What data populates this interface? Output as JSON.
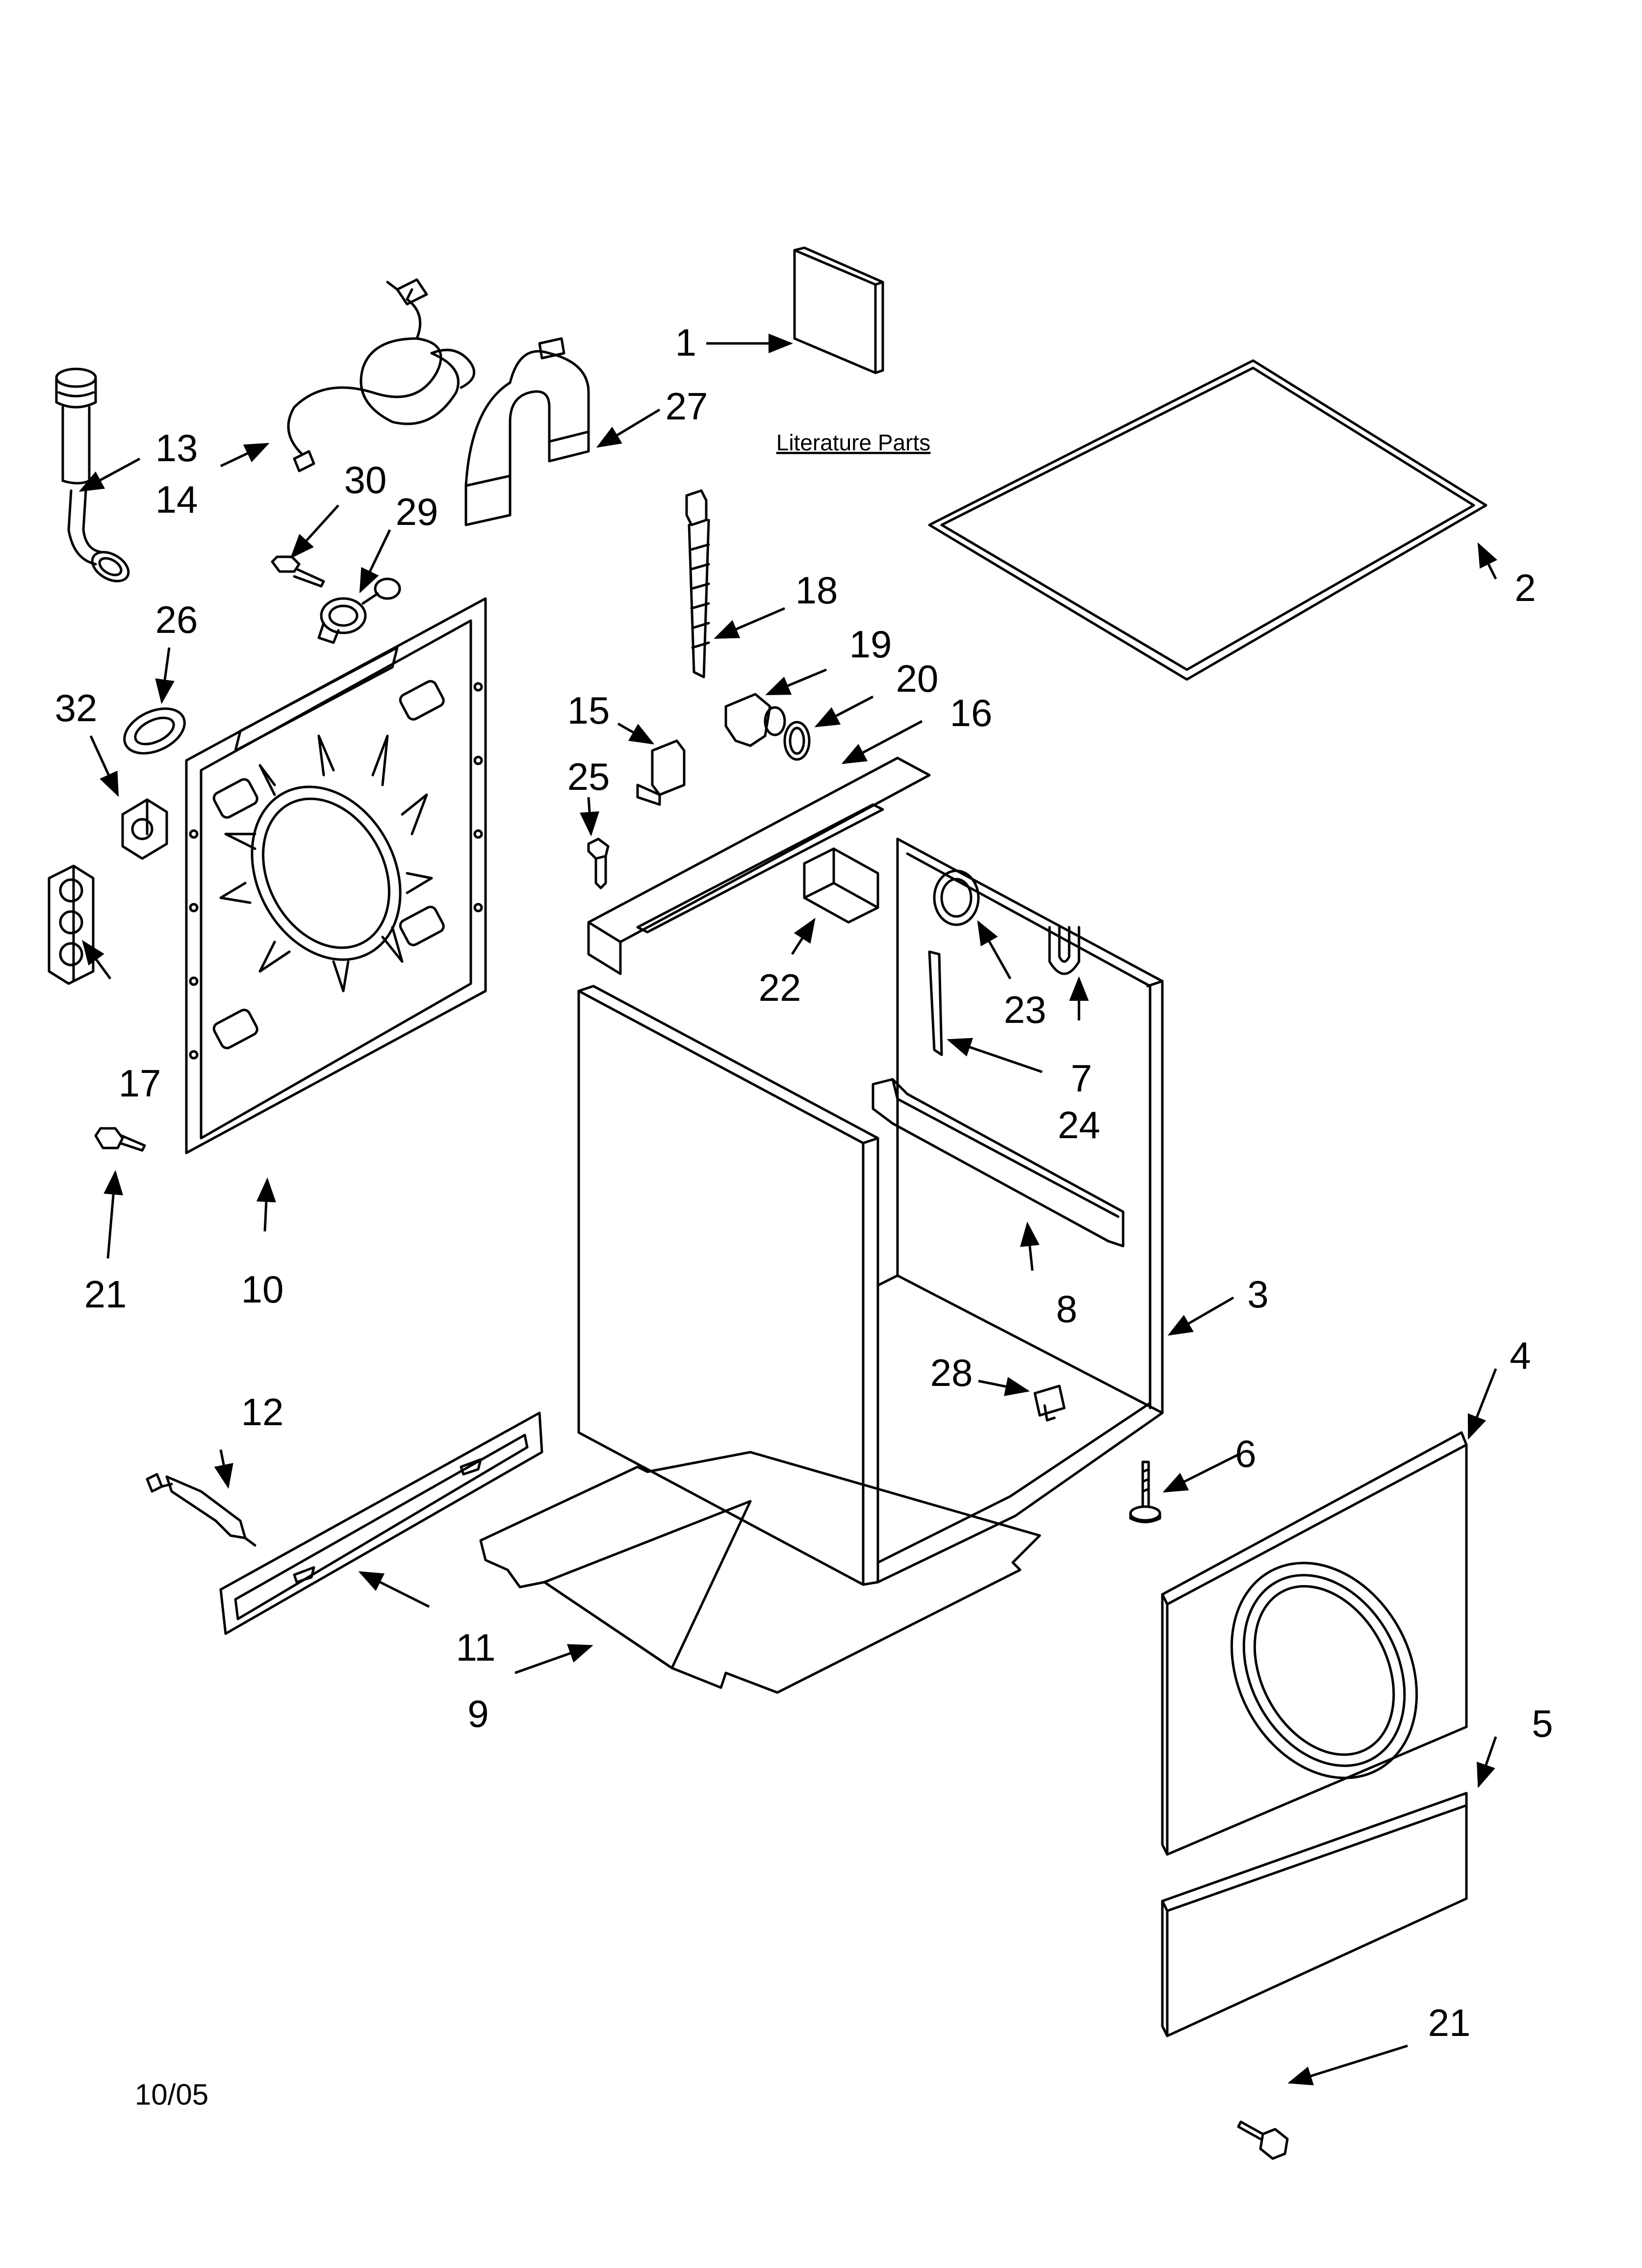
{
  "callouts": [
    "1",
    "2",
    "3",
    "4",
    "5",
    "6",
    "7",
    "8",
    "9",
    "10",
    "11",
    "12",
    "13",
    "14",
    "15",
    "16",
    "17",
    "18",
    "19",
    "20",
    "21",
    "21",
    "22",
    "23",
    "24",
    "25",
    "26",
    "27",
    "28",
    "29",
    "30",
    "32"
  ],
  "literature_label": "Literature Parts",
  "date_code": "10/05"
}
